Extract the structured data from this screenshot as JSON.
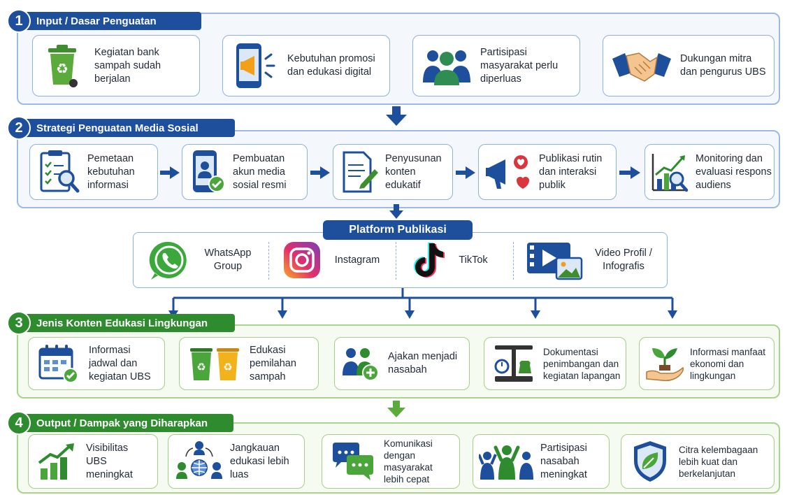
{
  "sections": {
    "s1": {
      "number": "1",
      "title": "Input / Dasar Penguatan"
    },
    "s2": {
      "number": "2",
      "title": "Strategi Penguatan Media Sosial"
    },
    "s3": {
      "number": "3",
      "title": "Jenis Konten Edukasi Lingkungan"
    },
    "s4": {
      "number": "4",
      "title": "Output / Dampak yang Diharapkan"
    }
  },
  "input_cards": [
    {
      "text": "Kegiatan bank sampah sudah berjalan",
      "icon": "recycle-bin-icon"
    },
    {
      "text": "Kebutuhan promosi dan edukasi digital",
      "icon": "phone-megaphone-icon"
    },
    {
      "text": "Partisipasi masyarakat perlu diperluas",
      "icon": "people-group-icon"
    },
    {
      "text": "Dukungan mitra dan pengurus UBS",
      "icon": "handshake-icon"
    }
  ],
  "strategy_cards": [
    {
      "text": "Pemetaan kebutuhan informasi",
      "icon": "clipboard-search-icon"
    },
    {
      "text": "Pembuatan akun media sosial resmi",
      "icon": "phone-account-icon"
    },
    {
      "text": "Penyusunan konten edukatif",
      "icon": "document-pen-icon"
    },
    {
      "text": "Publikasi rutin dan interaksi publik",
      "icon": "megaphone-chat-icon"
    },
    {
      "text": "Monitoring dan evaluasi respons audiens",
      "icon": "chart-search-icon"
    }
  ],
  "platform": {
    "title": "Platform Publikasi",
    "items": [
      {
        "text": "WhatsApp Group",
        "icon": "whatsapp-icon"
      },
      {
        "text": "Instagram",
        "icon": "instagram-icon"
      },
      {
        "text": "TikTok",
        "icon": "tiktok-icon"
      },
      {
        "text": "Video Profil / Infografis",
        "icon": "video-image-icon"
      }
    ]
  },
  "content_cards": [
    {
      "text": "Informasi jadwal dan kegiatan UBS",
      "icon": "calendar-check-icon"
    },
    {
      "text": "Edukasi pemilahan sampah",
      "icon": "sorting-bins-icon"
    },
    {
      "text": "Ajakan menjadi nasabah",
      "icon": "people-add-icon"
    },
    {
      "text": "Dokumentasi penimbangan dan kegiatan lapangan",
      "icon": "scale-icon"
    },
    {
      "text": "Informasi manfaat ekonomi dan lingkungan",
      "icon": "hand-plant-icon"
    }
  ],
  "output_cards": [
    {
      "text": "Visibilitas UBS meningkat",
      "icon": "growth-chart-icon"
    },
    {
      "text": "Jangkauan edukasi lebih luas",
      "icon": "network-people-icon"
    },
    {
      "text": "Komunikasi dengan masyarakat lebih cepat",
      "icon": "chat-bubbles-icon"
    },
    {
      "text": "Partisipasi nasabah meningkat",
      "icon": "people-cheer-icon"
    },
    {
      "text": "Citra kelembagaan lebih kuat dan berkelanjutan",
      "icon": "shield-leaf-icon"
    }
  ],
  "colors": {
    "blue": "#1d4f9c",
    "green": "#2e8b2e",
    "light_blue_border": "#9dbbe0",
    "light_green_border": "#a9d38f"
  }
}
